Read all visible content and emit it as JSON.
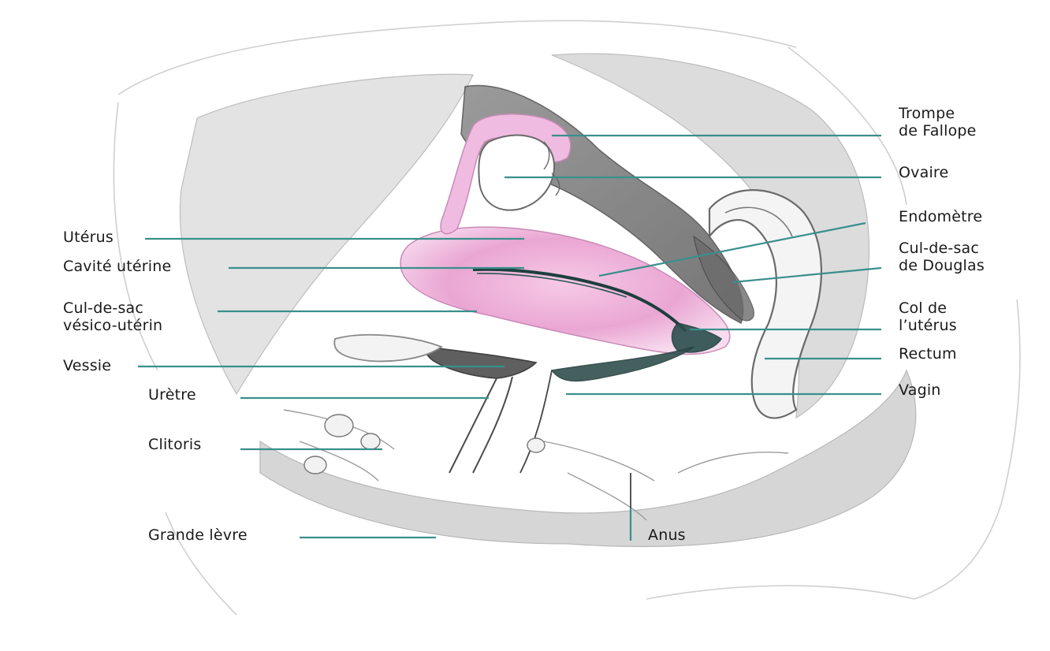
{
  "labels": {
    "trompe": "Trompe\nde Fallope",
    "ovaire": "Ovaire",
    "endometre": "Endomètre",
    "douglas": "Cul-de-sac\nde Douglas",
    "col": "Col de\nl’utérus",
    "rectum": "Rectum",
    "vagin": "Vagin",
    "uterus": "Utérus",
    "cavite": "Cavité utérine",
    "vesico": "Cul-de-sac\nvésico-utérin",
    "vessie": "Vessie",
    "uretre": "Urètre",
    "clitoris": "Clitoris",
    "grande_levre": "Grande lèvre",
    "anus": "Anus"
  },
  "colors": {
    "leader": "#3a8f8c",
    "uterus_pink": "#eaa6d3",
    "uterus_light": "#f8dcef",
    "cavity": "#1d3f3e",
    "tissue_dark": "#6e6e6e",
    "tissue_mid": "#a8a8a8",
    "tissue_light": "#d9d9d9",
    "outline": "#555555"
  }
}
